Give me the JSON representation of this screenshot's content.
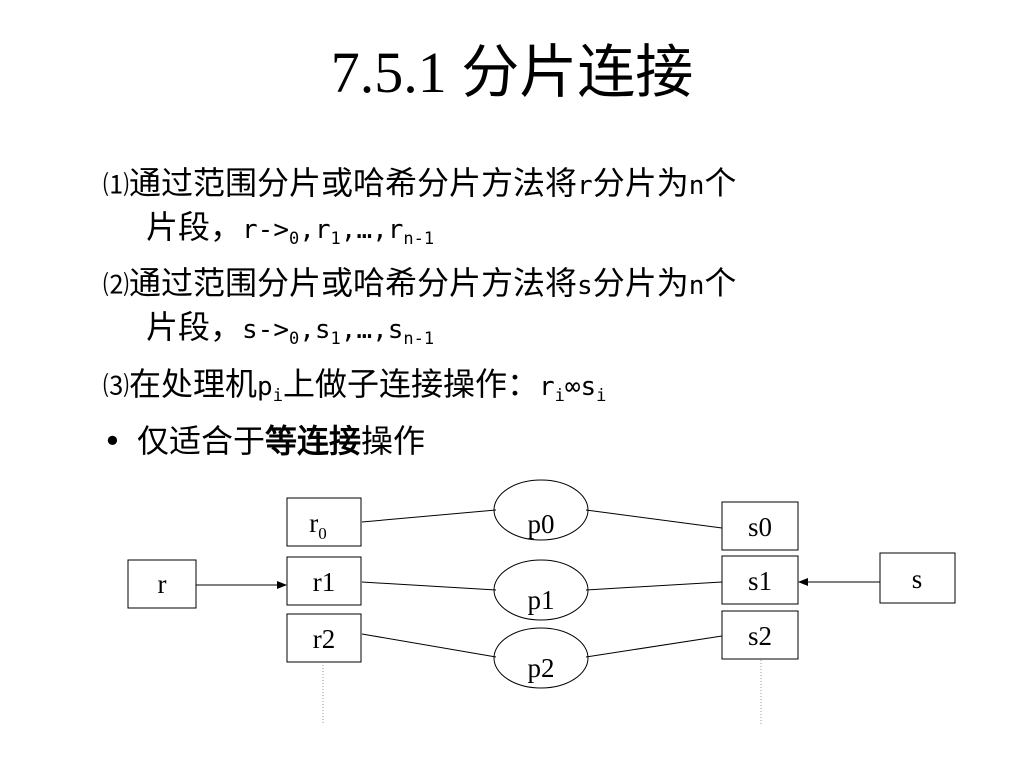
{
  "title": "7.5.1 分片连接",
  "items": [
    {
      "marker": "⑴",
      "text_a": "通过范围分片或哈希分片方法将",
      "rel": "r",
      "text_b": "分片为",
      "count": "n",
      "text_c": "个",
      "line2_text": "片段，",
      "line2_seq": "r->",
      "sub0": "0",
      "sep1": ",",
      "rel1": "r",
      "sub1": "1",
      "sep2": ",…,",
      "rel_last": "r",
      "sub_last": "n-1"
    },
    {
      "marker": "⑵",
      "text_a": "通过范围分片或哈希分片方法将",
      "rel": "s",
      "text_b": "分片为",
      "count": "n",
      "text_c": "个",
      "line2_text": "片段，",
      "line2_seq": "s->",
      "sub0": "0",
      "sep1": ",",
      "rel1": "s",
      "sub1": "1",
      "sep2": ",…,",
      "rel_last": "s",
      "sub_last": "n-1"
    }
  ],
  "item3": {
    "marker": "⑶",
    "text_a": "在处理机",
    "proc": "p",
    "proc_sub": "i",
    "text_b": "上做子连接操作：",
    "left": "r",
    "left_sub": "i",
    "join": "∞",
    "right": "s",
    "right_sub": "i"
  },
  "bullet": {
    "dot": "•",
    "text_a": "仅适合于",
    "bold": "等连接",
    "text_b": "操作"
  },
  "diagram": {
    "r_box": "r",
    "s_box": "s",
    "r_frags": [
      {
        "label": "r",
        "sub": "0"
      },
      {
        "label": "r1"
      },
      {
        "label": "r2"
      }
    ],
    "s_frags": [
      "s0",
      "s1",
      "s2"
    ],
    "processors": [
      "p0",
      "p1",
      "p2"
    ]
  }
}
